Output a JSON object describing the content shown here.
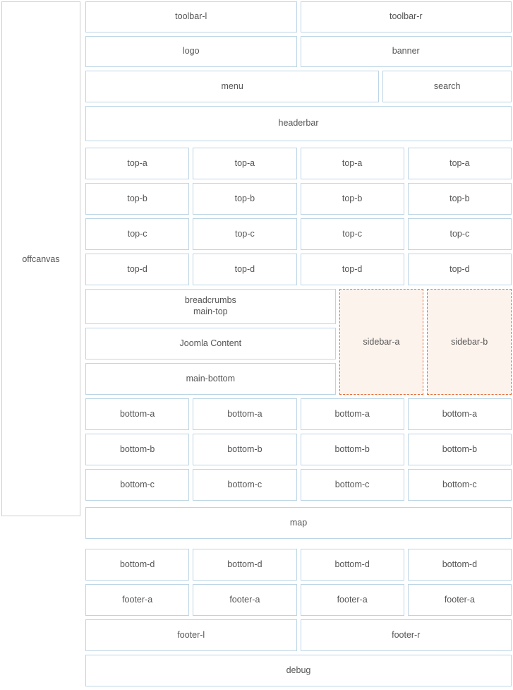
{
  "offcanvas": {
    "label": "offcanvas"
  },
  "rows": {
    "toolbar": {
      "left": "toolbar-l",
      "right": "toolbar-r"
    },
    "brand": {
      "left": "logo",
      "right": "banner"
    },
    "nav": {
      "menu": "menu",
      "search": "search"
    },
    "headerbar": {
      "label": "headerbar"
    },
    "top_a": [
      "top-a",
      "top-a",
      "top-a",
      "top-a"
    ],
    "top_b": [
      "top-b",
      "top-b",
      "top-b",
      "top-b"
    ],
    "top_c": [
      "top-c",
      "top-c",
      "top-c",
      "top-c"
    ],
    "top_d": [
      "top-d",
      "top-d",
      "top-d",
      "top-d"
    ],
    "main": {
      "breadcrumbs": "breadcrumbs",
      "main_top": "main-top",
      "content": "Joomla Content",
      "main_bottom": "main-bottom",
      "sidebar_a": "sidebar-a",
      "sidebar_b": "sidebar-b"
    },
    "bottom_a": [
      "bottom-a",
      "bottom-a",
      "bottom-a",
      "bottom-a"
    ],
    "bottom_b": [
      "bottom-b",
      "bottom-b",
      "bottom-b",
      "bottom-b"
    ],
    "bottom_c": [
      "bottom-c",
      "bottom-c",
      "bottom-c",
      "bottom-c"
    ],
    "map": {
      "label": "map"
    },
    "bottom_d": [
      "bottom-d",
      "bottom-d",
      "bottom-d",
      "bottom-d"
    ],
    "footer_a": [
      "footer-a",
      "footer-a",
      "footer-a",
      "footer-a"
    ],
    "footer": {
      "left": "footer-l",
      "right": "footer-r"
    },
    "debug": {
      "label": "debug"
    }
  },
  "colors": {
    "cell_border": "#bcd5e5",
    "offcanvas_border": "#cfcfcf",
    "sidebar_border": "#e86a33",
    "sidebar_fill": "#fdf3ed",
    "text": "#555555"
  }
}
